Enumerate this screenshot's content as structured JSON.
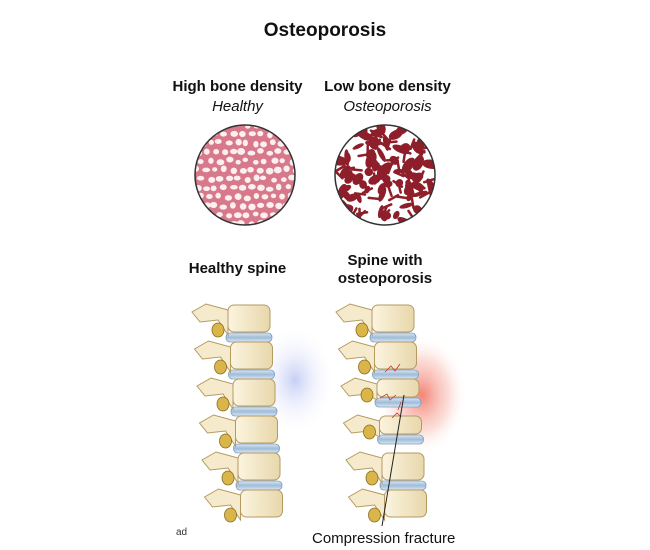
{
  "title": "Osteoporosis",
  "density": {
    "healthy": {
      "heading": "High bone density",
      "subtitle": "Healthy"
    },
    "osteo": {
      "heading": "Low bone density",
      "subtitle": "Osteoporosis"
    }
  },
  "spine": {
    "healthy_label": "Healthy spine",
    "osteo_label_line1": "Spine with",
    "osteo_label_line2": "osteoporosis"
  },
  "annotation": "Compression fracture",
  "corner_mark": "ad",
  "colors": {
    "bone": "#f3e7c6",
    "disc": "#a7c2dd",
    "healthy_bone_pink": "#d6788a",
    "osteo_bone_red": "#8e1f2a",
    "pain_glow": "#f05a4a",
    "healthy_glow": "#b9c2f2"
  }
}
